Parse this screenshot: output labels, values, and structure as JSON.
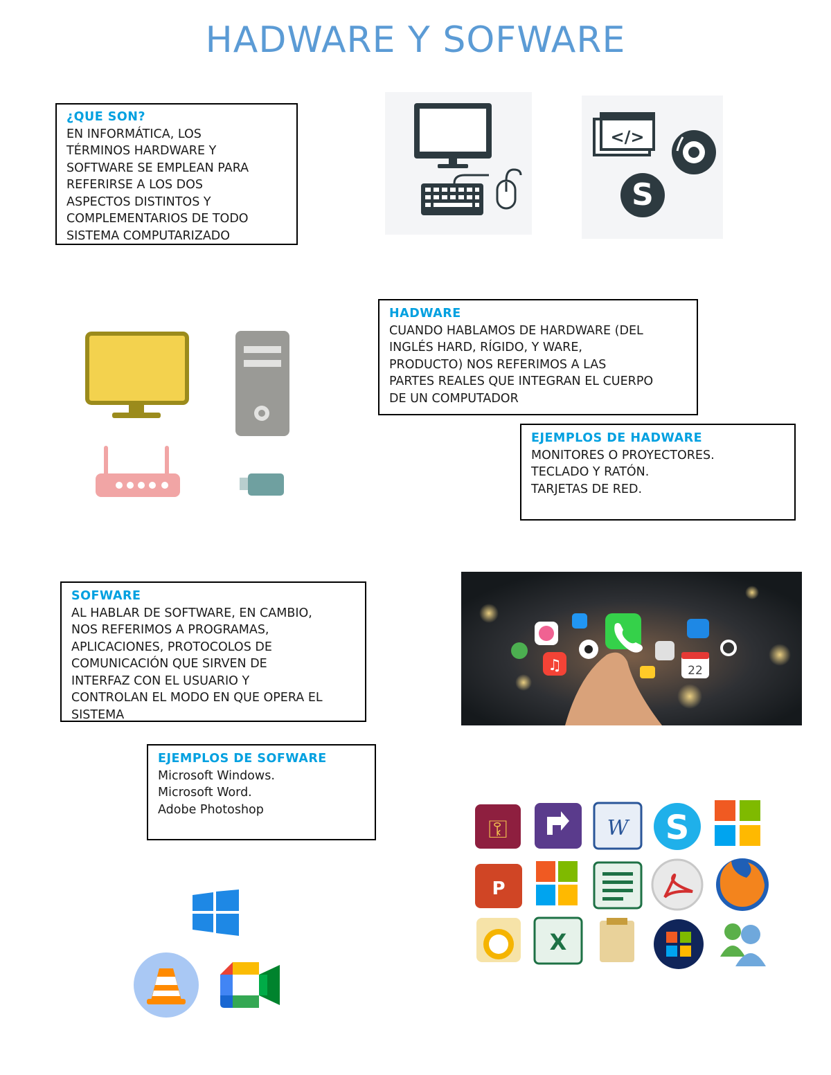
{
  "title": "HADWARE Y SOFWARE",
  "boxes": {
    "que_son": {
      "heading": "¿QUE SON?",
      "lines": [
        "EN INFORMÁTICA, LOS",
        "TÉRMINOS HARDWARE Y",
        "SOFTWARE SE EMPLEAN PARA",
        "REFERIRSE A LOS DOS",
        "ASPECTOS DISTINTOS Y",
        "COMPLEMENTARIOS DE TODO",
        "SISTEMA COMPUTARIZADO"
      ]
    },
    "hadware": {
      "heading": "HADWARE",
      "lines": [
        "CUANDO HABLAMOS DE HARDWARE (DEL",
        "INGLÉS HARD, RÍGIDO, Y WARE,",
        "PRODUCTO) NOS REFERIMOS A LAS",
        "PARTES REALES QUE INTEGRAN EL CUERPO",
        "DE UN COMPUTADOR"
      ]
    },
    "ejemplos_hadware": {
      "heading": "EJEMPLOS DE HADWARE",
      "lines": [
        "MONITORES O PROYECTORES.",
        "TECLADO Y RATÓN.",
        "TARJETAS DE RED."
      ]
    },
    "sofware": {
      "heading": "SOFWARE",
      "lines": [
        "AL HABLAR DE SOFTWARE, EN CAMBIO,",
        "NOS REFERIMOS A PROGRAMAS,",
        "APLICACIONES, PROTOCOLOS DE",
        "COMUNICACIÓN QUE SIRVEN DE",
        "INTERFAZ CON EL USUARIO Y",
        "CONTROLAN EL MODO EN QUE OPERA EL",
        "SISTEMA"
      ]
    },
    "ejemplos_sofware": {
      "heading": "EJEMPLOS DE SOFWARE",
      "lines": [
        "Microsoft Windows.",
        "Microsoft Word.",
        "Adobe Photoshop"
      ]
    }
  },
  "images": {
    "computer": "computer-monitor-keyboard-mouse-icon",
    "software": "software-code-disc-skype-icon",
    "hardware_group": "monitor-tower-router-usb-icons",
    "apps_photo": "hand-app-icons-photo",
    "app_grid": "office-app-icons-grid",
    "windows": "windows-logo-icon",
    "vlc": "vlc-cone-icon",
    "meet": "video-camera-app-icon"
  },
  "calendar_number": "22",
  "colors": {
    "title": "#5b9bd5",
    "heading": "#00a0e0"
  }
}
